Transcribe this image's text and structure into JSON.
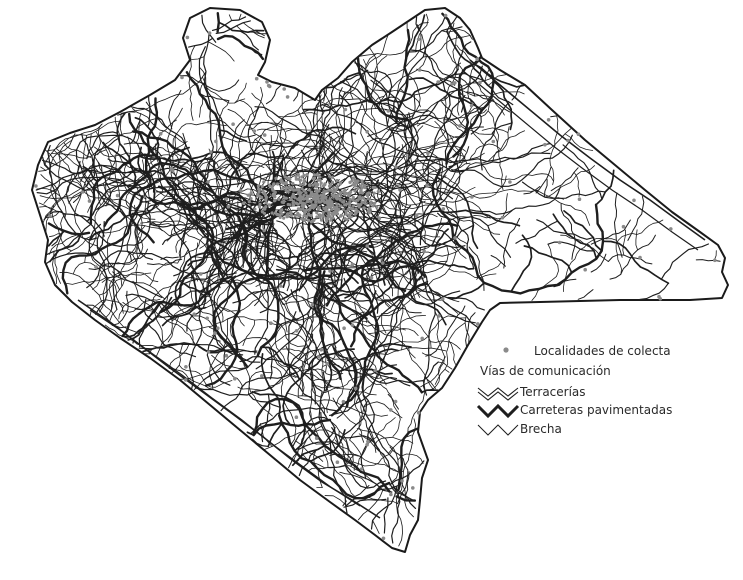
{
  "legend": {
    "collection_sites_label": "Localidades de colecta",
    "roads_heading": "Vías de comunicación",
    "road_types": [
      {
        "label": "Terracerías",
        "line_style": "double-thin"
      },
      {
        "label": "Carreteras pavimentadas",
        "line_style": "thick"
      },
      {
        "label": "Brecha",
        "line_style": "thin"
      }
    ]
  },
  "colors": {
    "outline": "#1a1a1a",
    "roads": "#1e1e1e",
    "collection_sites": "#8a8a8a",
    "background": "#ffffff"
  },
  "icons": {
    "collection_site_symbol": "dot-marker-icon",
    "dirt_road_symbol": "double-zigzag-icon",
    "paved_road_symbol": "thick-zigzag-icon",
    "trail_symbol": "thin-zigzag-icon"
  }
}
